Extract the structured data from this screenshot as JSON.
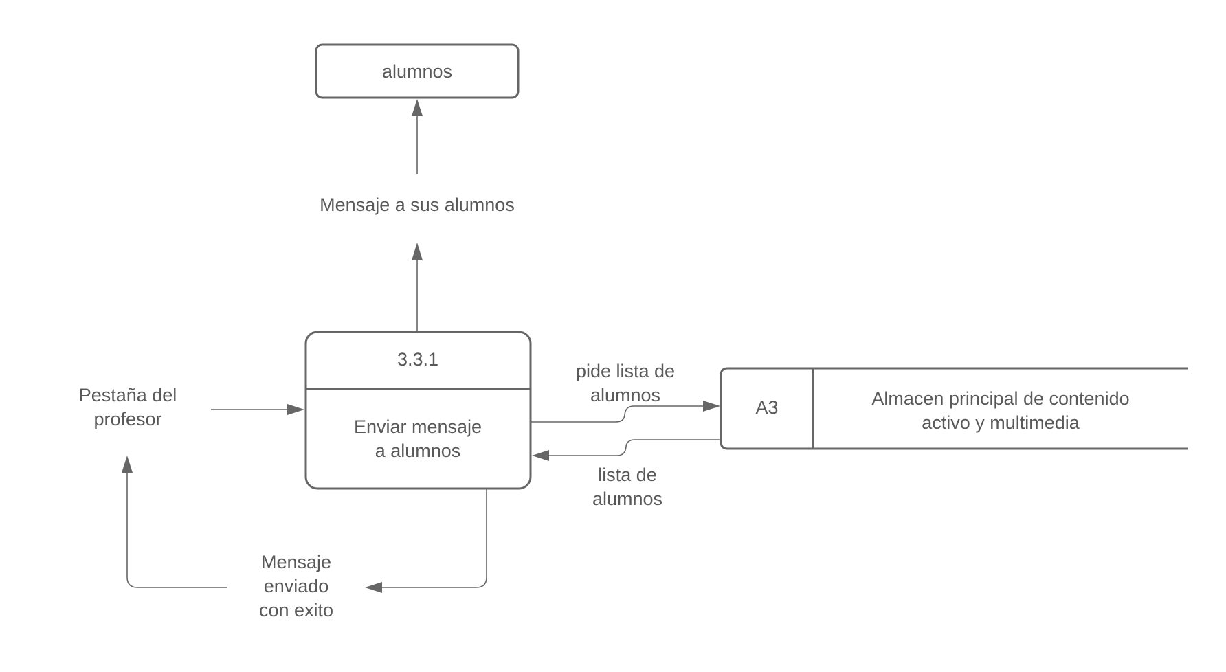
{
  "diagram": {
    "external_entity_alumnos": "alumnos",
    "flow_mensaje_a_sus_alumnos": "Mensaje a sus alumnos",
    "process": {
      "id": "3.3.1",
      "name_line1": "Enviar mensaje",
      "name_line2": "a alumnos"
    },
    "input_pestana": {
      "line1": "Pestaña del",
      "line2": "profesor"
    },
    "flow_pide_lista": {
      "line1": "pide lista de",
      "line2": "alumnos"
    },
    "flow_lista": {
      "line1": "lista de",
      "line2": "alumnos"
    },
    "data_store": {
      "id": "A3",
      "name_line1": "Almacen principal de contenido",
      "name_line2": "activo y multimedia"
    },
    "flow_mensaje_enviado": {
      "line1": "Mensaje",
      "line2": "enviado",
      "line3": "con exito"
    }
  }
}
